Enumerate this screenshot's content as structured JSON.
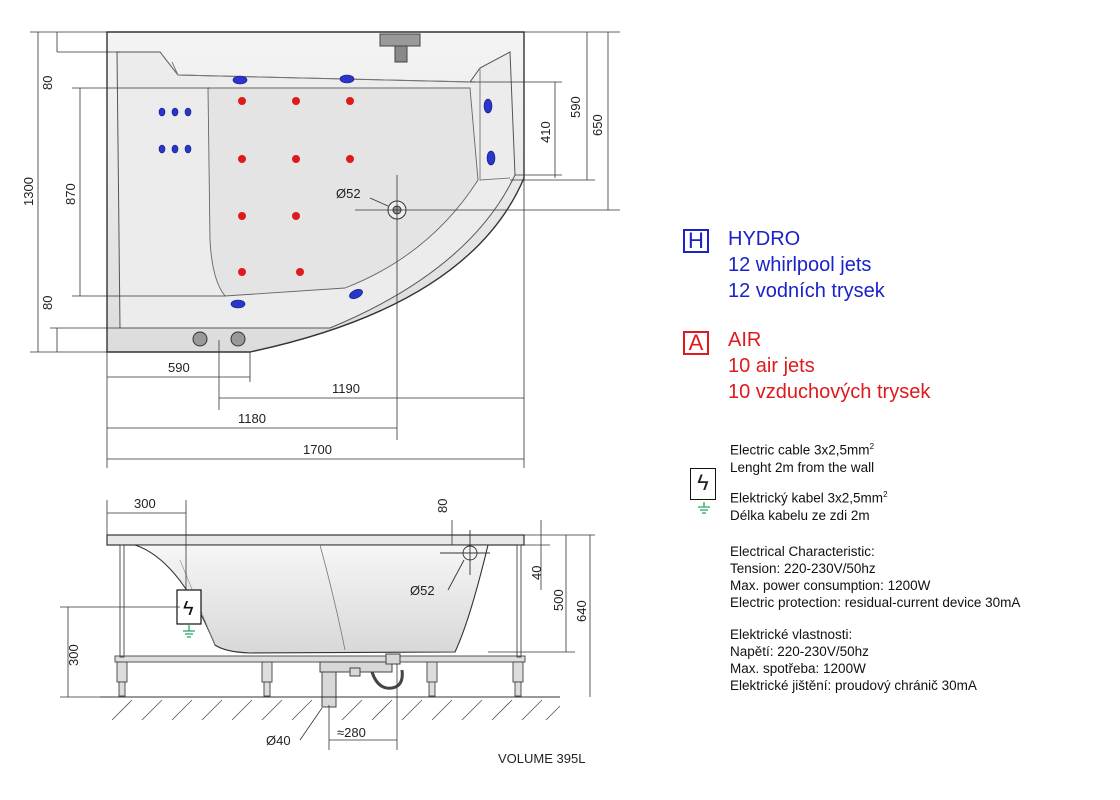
{
  "plan_dimensions": {
    "d80_top": "80",
    "d1300": "1300",
    "d870": "870",
    "d80_bottom": "80",
    "d590_right": "590",
    "d410": "410",
    "d650": "650",
    "d590_bottom": "590",
    "d1190": "1190",
    "d1180": "1180",
    "d1700": "1700",
    "drain_diameter": "Ø52"
  },
  "side_dimensions": {
    "d300_top": "300",
    "d80": "80",
    "d40": "40",
    "d500": "500",
    "d640": "640",
    "d300_left": "300",
    "drain_diameter": "Ø52",
    "pipe_diameter": "Ø40",
    "offset": "≈280"
  },
  "legend": {
    "hydro": {
      "letter": "H",
      "lines": [
        "HYDRO",
        "12 whirlpool jets",
        "12 vodních trysek"
      ],
      "color": "#1a22c8"
    },
    "air": {
      "letter": "A",
      "lines": [
        "AIR",
        "10 air jets",
        "10 vzduchových trysek"
      ],
      "color": "#e0191c"
    }
  },
  "electric": {
    "cable_en": [
      "Electric cable 3x2,5mm",
      "Lenght 2m from the wall"
    ],
    "cable_cz": [
      "Elektrický kabel 3x2,5mm",
      "Délka kabelu ze zdi 2m"
    ],
    "superscript": "2",
    "characteristics_en": [
      "Electrical Characteristic:",
      "Tension: 220-230V/50hz",
      "Max. power consumption: 1200W",
      "Electric protection: residual-current device 30mA"
    ],
    "characteristics_cz": [
      "Elektrické vlastnosti:",
      "Napětí: 220-230V/50hz",
      "Max. spotřeba: 1200W",
      "Elektrické jištění: proudový chránič 30mA"
    ]
  },
  "volume": "VOLUME 395L"
}
